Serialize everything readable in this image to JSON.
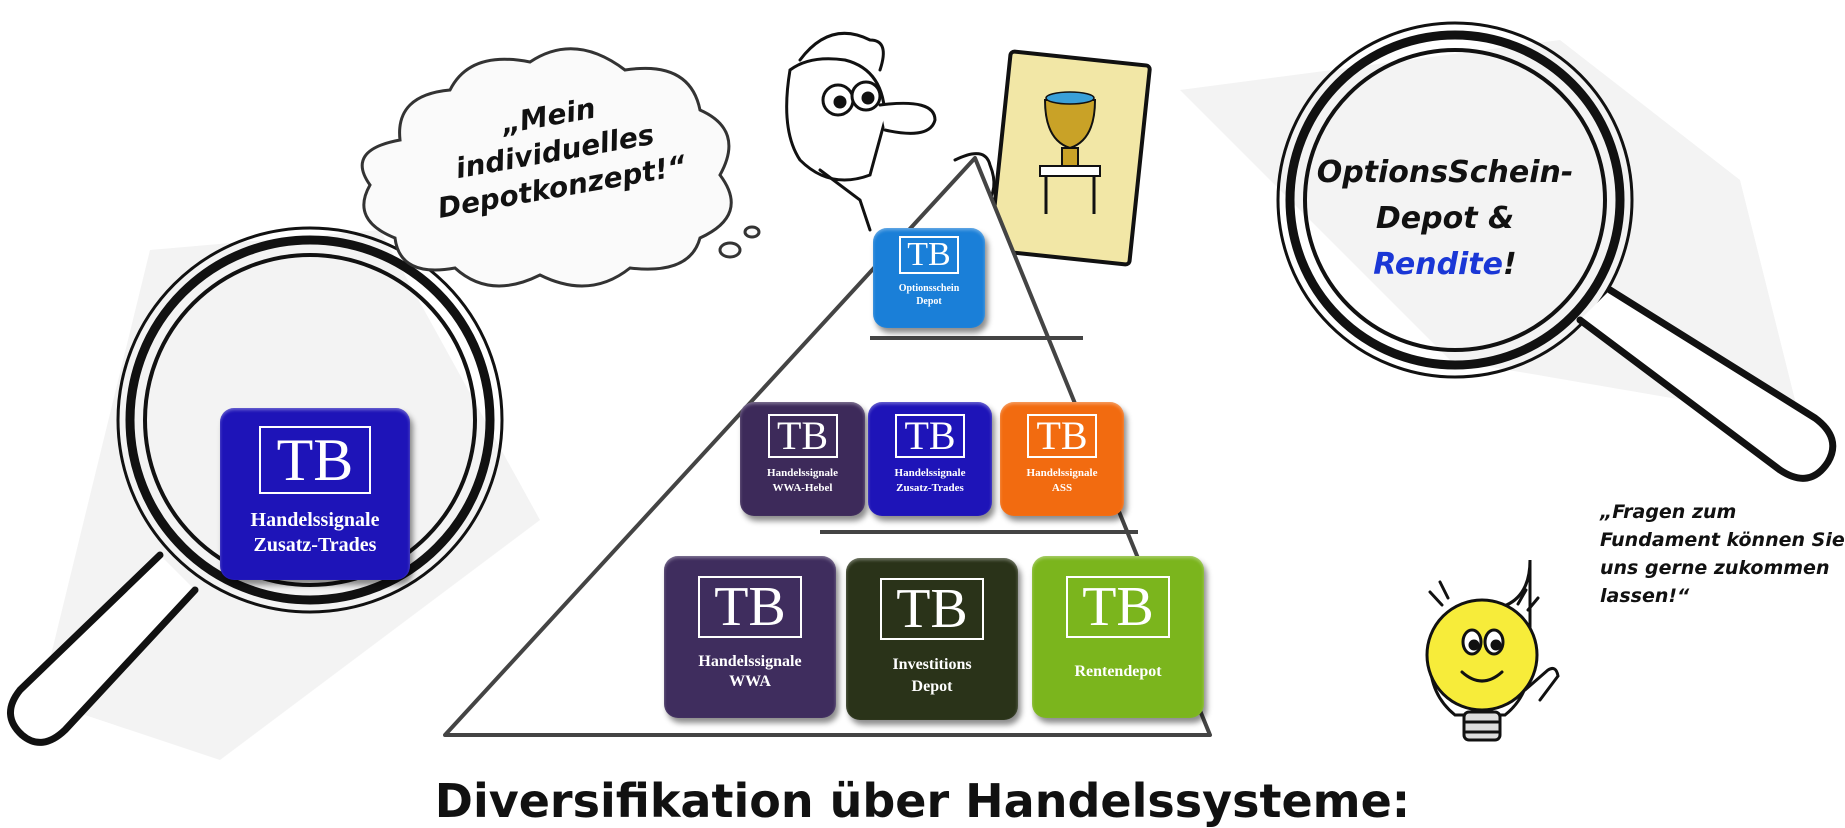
{
  "thought_bubble": {
    "text": "„Mein individuelles Depotkonzept!“"
  },
  "right_lens": {
    "line1": "OptionsSchein-",
    "line2": "Depot &",
    "highlight": "Rendite",
    "suffix": "!"
  },
  "bulb_speech": {
    "text": "„Fragen zum Fundament können Sie uns gerne zukommen lassen!“"
  },
  "left_lens_tile": {
    "logo": "TB",
    "caption": "Handelssignale\nZusatz-Trades",
    "color": "#1e14b8"
  },
  "pyramid": {
    "top": [
      {
        "logo": "TB",
        "caption": "Optionsschein\nDepot",
        "color": "#1a7fd8"
      }
    ],
    "middle": [
      {
        "logo": "TB",
        "caption": "Handelssignale\nWWA-Hebel",
        "color": "#3d2a5a"
      },
      {
        "logo": "TB",
        "caption": "Handelssignale\nZusatz-Trades",
        "color": "#1e14b8"
      },
      {
        "logo": "TB",
        "caption": "Handelssignale\nASS",
        "color": "#f26b10"
      }
    ],
    "bottom": [
      {
        "logo": "TB",
        "caption": "Handelssignale\nWWA",
        "color": "#3f2d5e"
      },
      {
        "logo": "TB",
        "caption": "Investitions\nDepot",
        "color": "#2a3319"
      },
      {
        "logo": "TB",
        "caption": "Rentendepot",
        "color": "#7bb51d"
      }
    ]
  },
  "heading": "Diversifikation über Handelssysteme:"
}
